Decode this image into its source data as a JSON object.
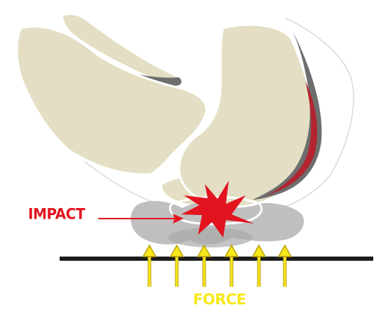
{
  "labels": {
    "impact": "IMPACT",
    "force": "FORCE"
  },
  "colors": {
    "bone": "#e4dfc4",
    "bone_outline": "#ffffff",
    "soft_tissue": "#bfbfbf",
    "tissue_dark": "#7a7a7a",
    "cartilage_red": "#b3242f",
    "impact_red": "#e2141f",
    "force_yellow": "#f7e81a",
    "force_outline": "#b99e10",
    "ground": "#1c1c1c"
  },
  "force_arrows": {
    "count": 6
  }
}
